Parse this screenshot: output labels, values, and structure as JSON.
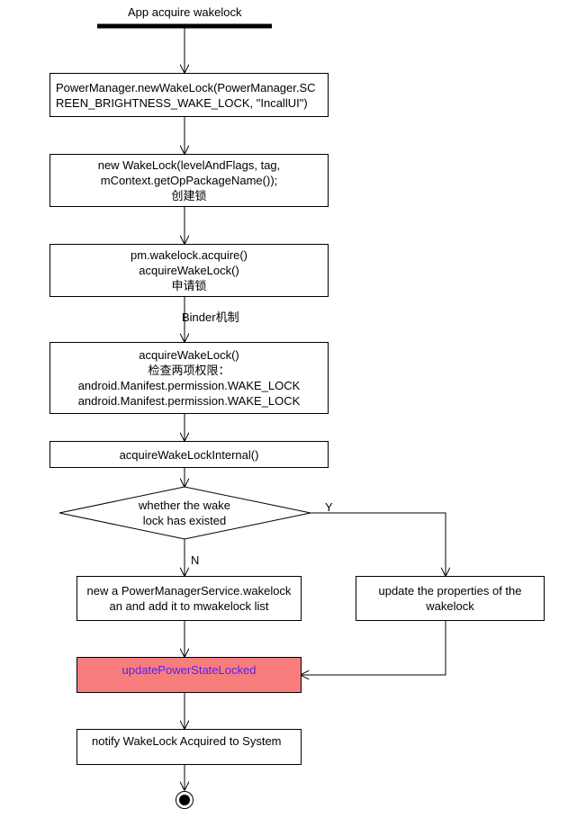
{
  "start": {
    "label": "App acquire wakelock"
  },
  "nodes": {
    "new_wakelock_call": {
      "lines": [
        "PowerManager.newWakeLock(PowerManager.SC",
        "REEN_BRIGHTNESS_WAKE_LOCK, \"IncallUI\")"
      ]
    },
    "create_lock": {
      "lines": [
        "new WakeLock(levelAndFlags, tag,",
        "mContext.getOpPackageName());",
        "创建锁"
      ]
    },
    "acquire_call": {
      "lines": [
        "pm.wakelock.acquire()",
        "acquireWakeLock()",
        "申请锁"
      ]
    },
    "check_permissions": {
      "lines": [
        "acquireWakeLock()",
        "检查两项权限：",
        "android.Manifest.permission.WAKE_LOCK",
        "android.Manifest.permission.WAKE_LOCK"
      ]
    },
    "acquire_internal": {
      "lines": [
        "acquireWakeLockInternal()"
      ]
    },
    "decision": {
      "lines": [
        "whether the wake",
        "lock has existed"
      ]
    },
    "add_new": {
      "lines": [
        "new a PowerManagerService.wakelock",
        "an and add it to mwakelock list"
      ]
    },
    "update_props": {
      "lines": [
        "update the properties of the",
        "wakelock"
      ]
    },
    "update_state": {
      "lines": [
        "updatePowerStateLocked"
      ]
    },
    "notify": {
      "lines": [
        "notify WakeLock Acquired to System"
      ]
    }
  },
  "edge_labels": {
    "binder": "Binder机制",
    "yes": "Y",
    "no": "N"
  },
  "colors": {
    "highlight_fill": "#f87e7e",
    "highlight_text": "#5b1fe6",
    "stroke": "#000000"
  }
}
